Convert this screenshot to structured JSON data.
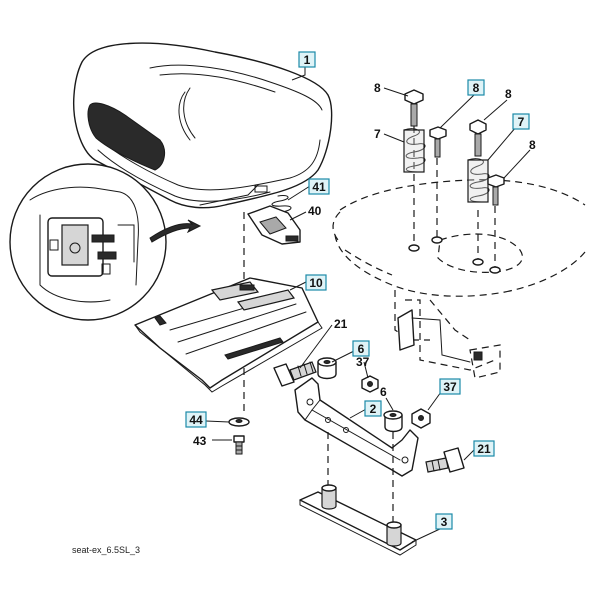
{
  "caption": "seat-ex_6.5SL_3",
  "callouts": {
    "c1": "1",
    "c41": "41",
    "c40": "40",
    "c10": "10",
    "c21a": "21",
    "c6a": "6",
    "c37a": "37",
    "c2": "2",
    "c6b": "6",
    "c37b": "37",
    "c21b": "21",
    "c44": "44",
    "c43": "43",
    "c3": "3",
    "c8a": "8",
    "c7a": "7",
    "c8b": "8",
    "c8c": "8",
    "c7b": "7",
    "c8d": "8"
  }
}
